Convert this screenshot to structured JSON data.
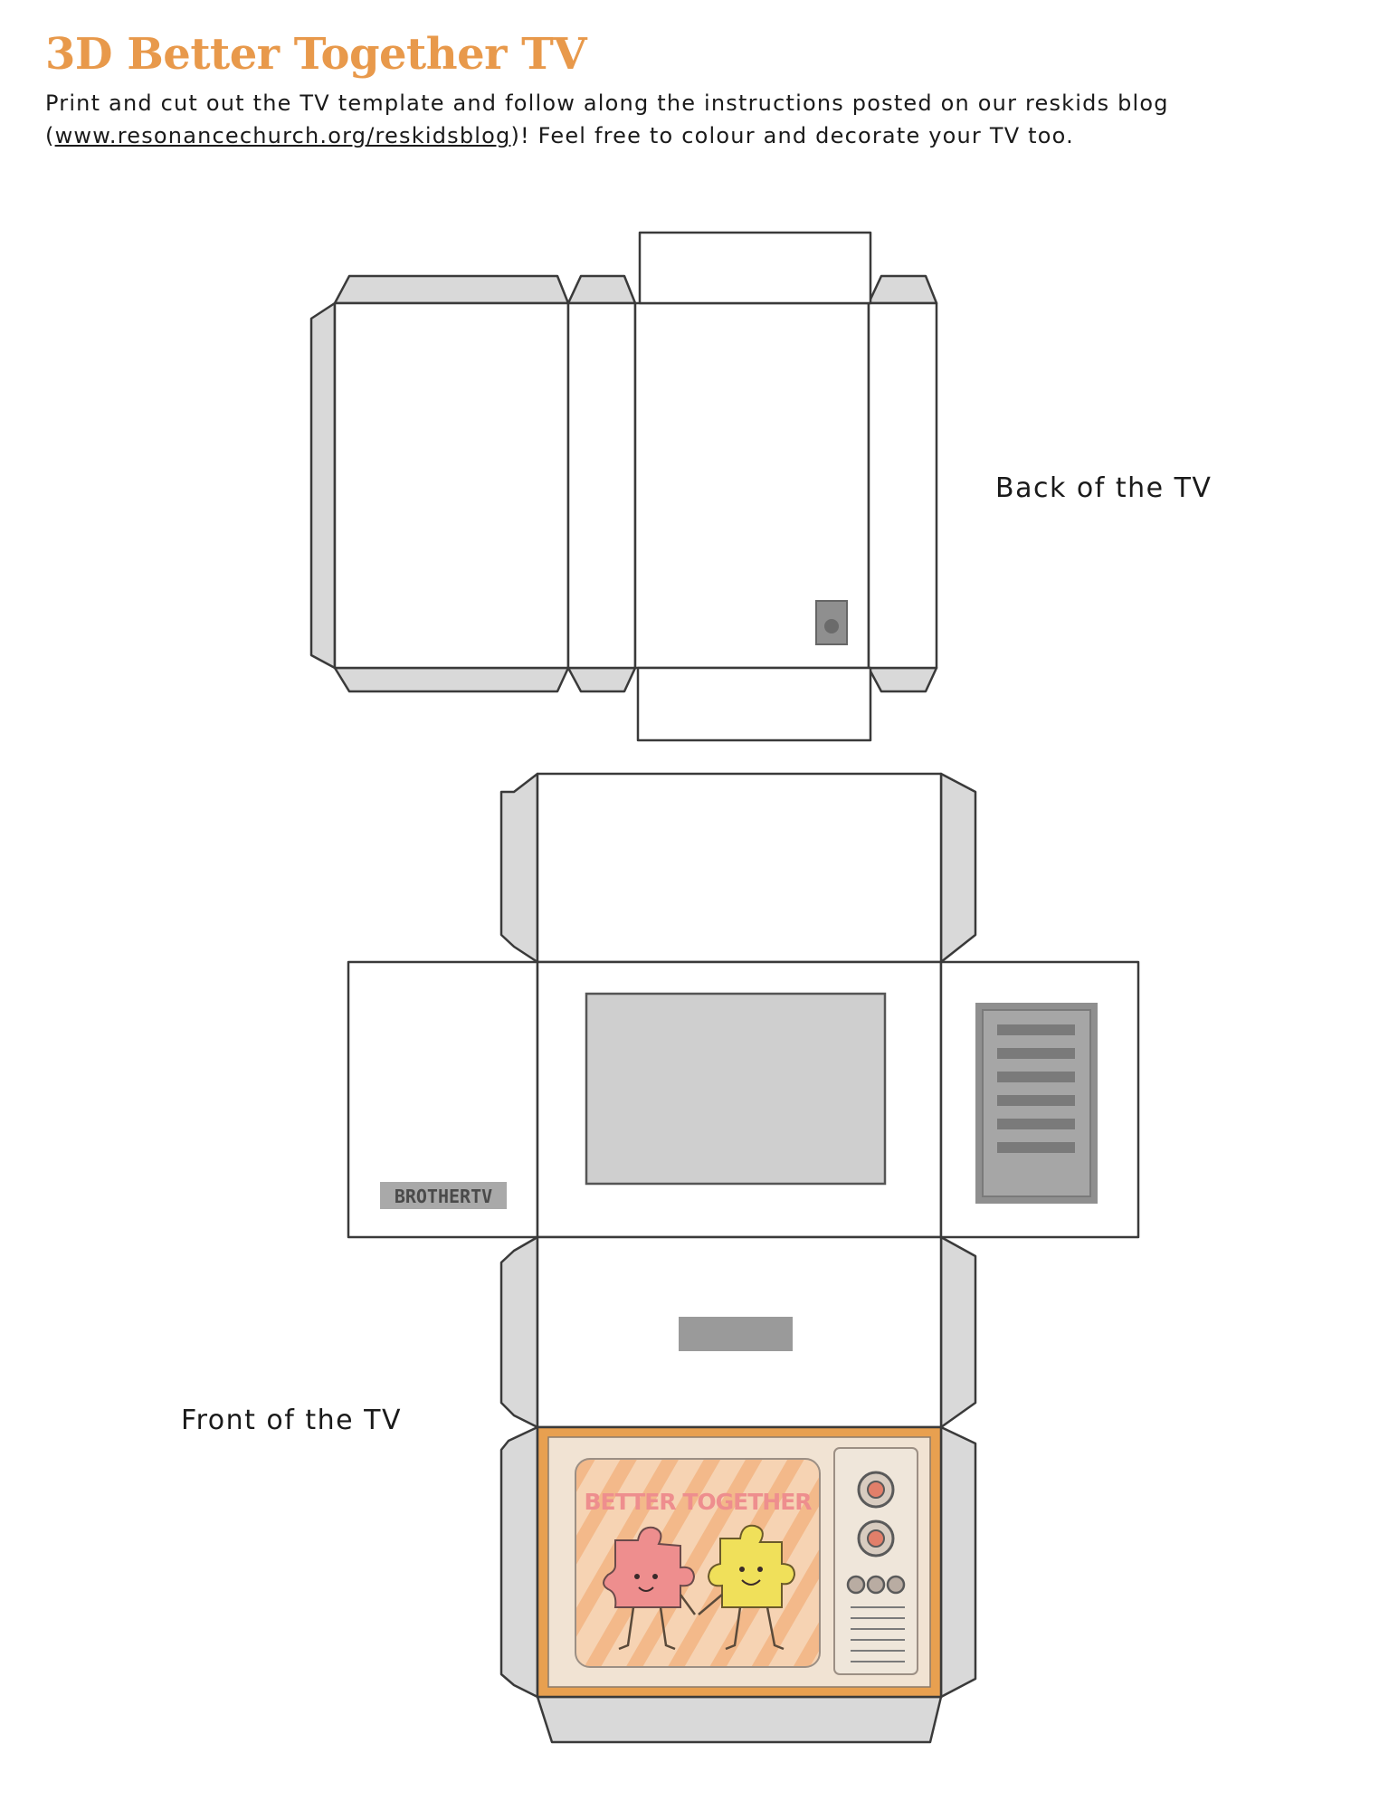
{
  "document": {
    "title": "3D Better Together TV",
    "intro_before_link": "Print and cut out the TV template and follow along the instructions posted on our reskids blog (",
    "link_text": "www.resonancechurch.org/reskidsblog",
    "intro_after_link": ")! Feel free to colour and decorate your TV too."
  },
  "labels": {
    "back": "Back of the TV",
    "front": "Front of the TV"
  },
  "tv": {
    "brand_plate": "BROTHERTV",
    "screen_text": "BETTER TOGETHER"
  },
  "colors": {
    "title": "#E8994B",
    "tab_fill": "#d9d9d9",
    "outline": "#3a3a3a",
    "panel_gray": "#cfcfcf",
    "tv_frame": "#E8A050"
  }
}
